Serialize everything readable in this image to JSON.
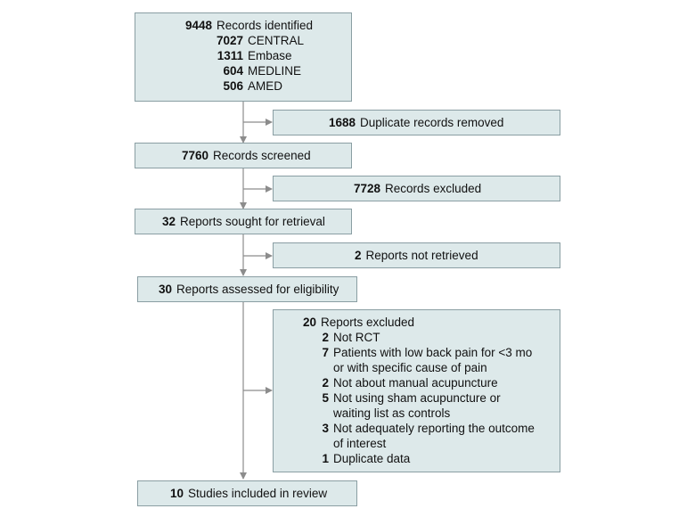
{
  "flow": {
    "identified": {
      "number": "9448",
      "label": "Records identified",
      "sources": [
        {
          "number": "7027",
          "label": "CENTRAL"
        },
        {
          "number": "1311",
          "label": "Embase"
        },
        {
          "number": "604",
          "label": "MEDLINE"
        },
        {
          "number": "506",
          "label": "AMED"
        }
      ]
    },
    "duplicates_removed": {
      "number": "1688",
      "label": "Duplicate records removed"
    },
    "screened": {
      "number": "7760",
      "label": "Records screened"
    },
    "excluded_records": {
      "number": "7728",
      "label": "Records excluded"
    },
    "sought": {
      "number": "32",
      "label": "Reports sought for retrieval"
    },
    "not_retrieved": {
      "number": "2",
      "label": "Reports not retrieved"
    },
    "assessed": {
      "number": "30",
      "label": "Reports assessed for eligibility"
    },
    "reports_excluded": {
      "number": "20",
      "label": "Reports excluded",
      "reasons": [
        {
          "number": "2",
          "label_lines": [
            "Not RCT"
          ]
        },
        {
          "number": "7",
          "label_lines": [
            "Patients with low back pain for <3 mo",
            "or with specific cause of pain"
          ]
        },
        {
          "number": "2",
          "label_lines": [
            "Not about manual acupuncture"
          ]
        },
        {
          "number": "5",
          "label_lines": [
            "Not using sham acupuncture or",
            "waiting list as controls"
          ]
        },
        {
          "number": "3",
          "label_lines": [
            "Not adequately reporting the outcome",
            "of interest"
          ]
        },
        {
          "number": "1",
          "label_lines": [
            "Duplicate data"
          ]
        }
      ]
    },
    "included": {
      "number": "10",
      "label": "Studies included in review"
    }
  },
  "colors": {
    "box_fill": "#dde9ea",
    "box_border": "#8a9ea3",
    "arrow": "#8c8c8c"
  }
}
